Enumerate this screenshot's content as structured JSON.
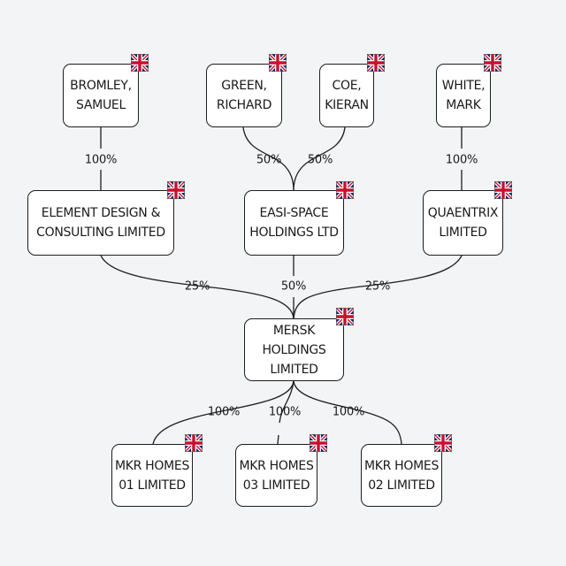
{
  "nodes": {
    "bromley": {
      "line1": "BROMLEY,",
      "line2": "SAMUEL"
    },
    "green": {
      "line1": "GREEN,",
      "line2": "RICHARD"
    },
    "coe": {
      "line1": "COE,",
      "line2": "KIERAN"
    },
    "white": {
      "line1": "WHITE,",
      "line2": "MARK"
    },
    "element": {
      "line1": "ELEMENT DESIGN &",
      "line2": "CONSULTING LIMITED"
    },
    "easi": {
      "line1": "EASI-SPACE",
      "line2": "HOLDINGS LTD"
    },
    "quaentrix": {
      "line1": "QUAENTRIX",
      "line2": "LIMITED"
    },
    "mersk": {
      "line1": "MERSK HOLDINGS",
      "line2": "LIMITED"
    },
    "mkr01": {
      "line1": "MKR HOMES",
      "line2": "01 LIMITED"
    },
    "mkr03": {
      "line1": "MKR HOMES",
      "line2": "03 LIMITED"
    },
    "mkr02": {
      "line1": "MKR HOMES",
      "line2": "02 LIMITED"
    }
  },
  "edges": {
    "bromley_element": "100%",
    "green_easi": "50%",
    "coe_easi": "50%",
    "white_quaentrix": "100%",
    "element_mersk": "25%",
    "easi_mersk": "50%",
    "quaentrix_mersk": "25%",
    "mersk_mkr01": "100%",
    "mersk_mkr03": "100%",
    "mersk_mkr02": "100%"
  },
  "flag": {
    "icon": "uk-flag-icon",
    "blue": "#012169",
    "red": "#C8102E",
    "white": "#ffffff"
  },
  "colors": {
    "background": "#f2f4f5",
    "line": "#1e1e1e",
    "box": "#ffffff"
  }
}
